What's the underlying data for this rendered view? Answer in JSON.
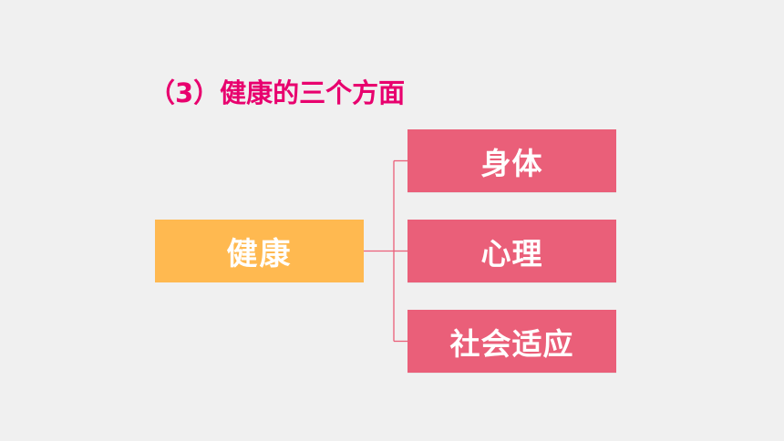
{
  "title": "（3）健康的三个方面",
  "diagram": {
    "root": "健康",
    "children": [
      "身体",
      "心理",
      "社会适应"
    ],
    "colors": {
      "title": "#e8006e",
      "root_fill": "#ffb950",
      "child_fill": "#ea5f79",
      "connector": "#ea5f79",
      "background": "#f0f0f0"
    }
  }
}
